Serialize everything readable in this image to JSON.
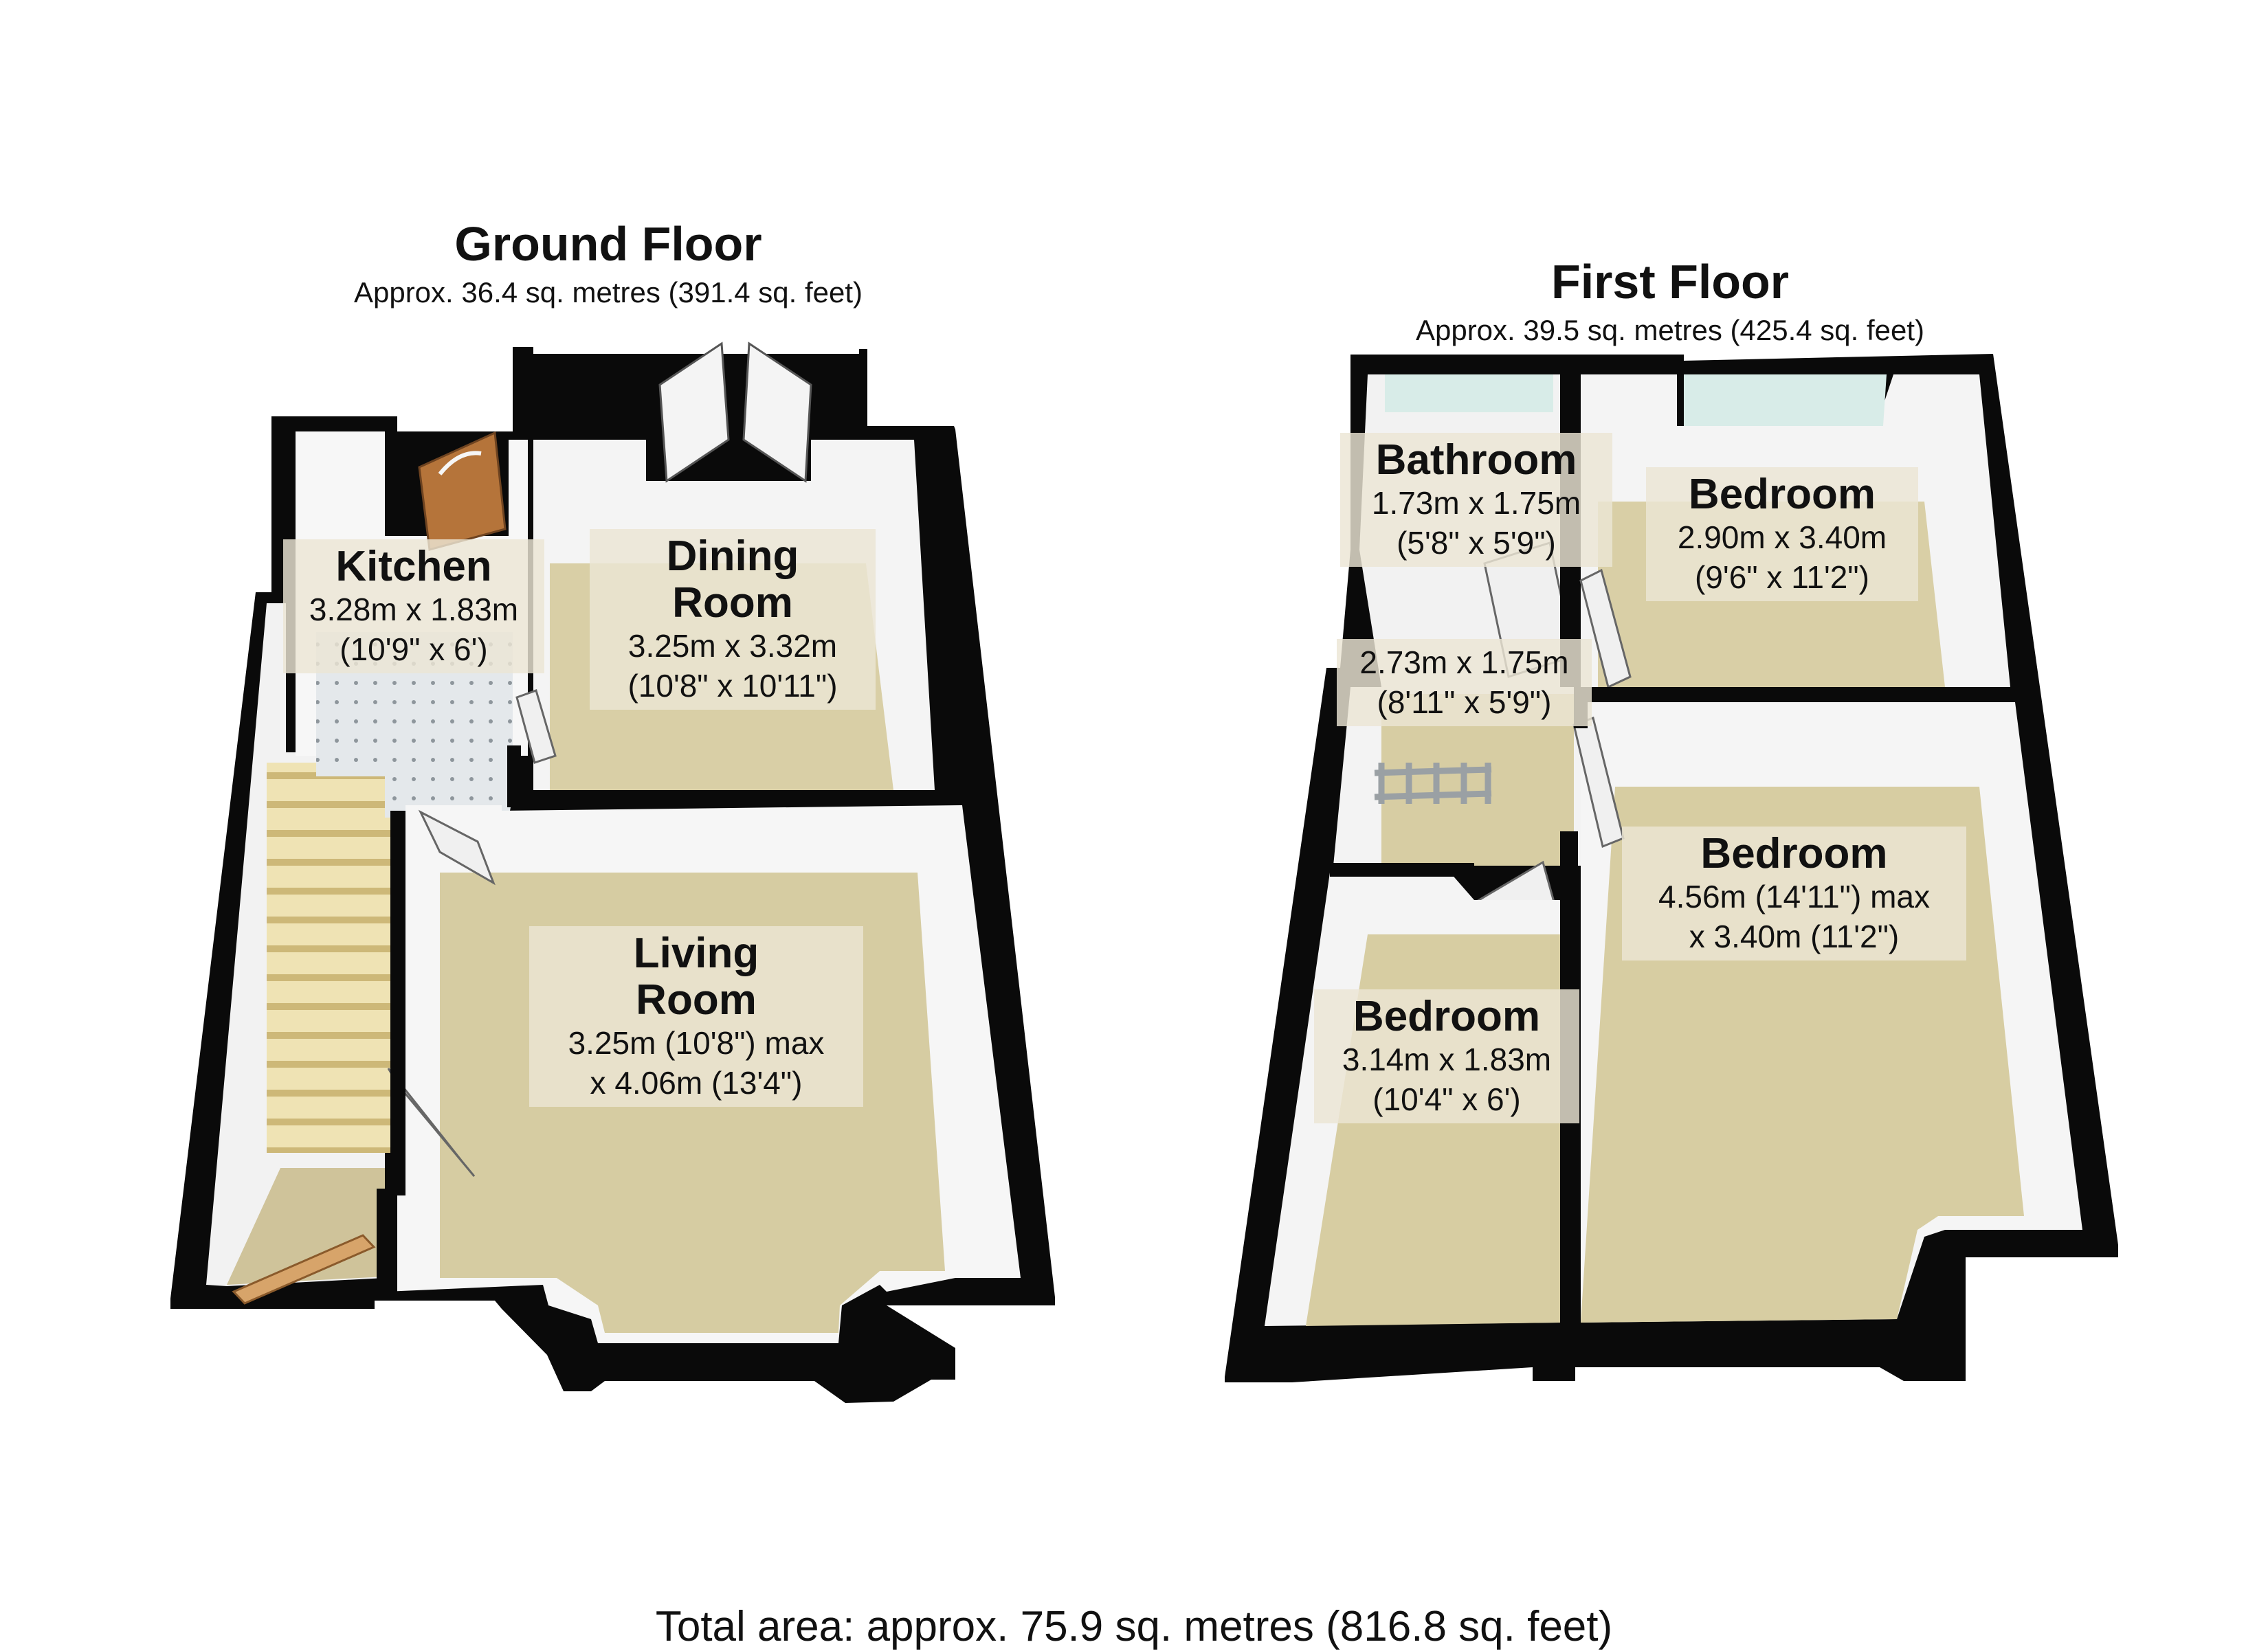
{
  "floors": {
    "ground": {
      "title": "Ground Floor",
      "area": "Approx. 36.4 sq. metres (391.4 sq. feet)"
    },
    "first": {
      "title": "First Floor",
      "area": "Approx. 39.5 sq. metres (425.4 sq. feet)"
    }
  },
  "rooms": {
    "kitchen": {
      "name": "Kitchen",
      "dim": "3.28m x 1.83m",
      "dim2": "(10'9\" x 6')"
    },
    "dining": {
      "name": "Dining",
      "name2": "Room",
      "dim": "3.25m x 3.32m",
      "dim2": "(10'8\" x 10'11\")"
    },
    "living": {
      "name": "Living",
      "name2": "Room",
      "dim": "3.25m (10'8\") max",
      "dim2": "x 4.06m (13'4\")"
    },
    "bathroom": {
      "name": "Bathroom",
      "dim": "1.73m x 1.75m",
      "dim2": "(5'8\" x 5'9\")"
    },
    "landing": {
      "dim": "2.73m x 1.75m",
      "dim2": "(8'11\" x 5'9\")"
    },
    "bedroom_back": {
      "name": "Bedroom",
      "dim": "2.90m x 3.40m",
      "dim2": "(9'6\" x 11'2\")"
    },
    "bedroom_front": {
      "name": "Bedroom",
      "dim": "4.56m (14'11\") max",
      "dim2": "x 3.40m (11'2\")"
    },
    "bedroom_small": {
      "name": "Bedroom",
      "dim": "3.14m x 1.83m",
      "dim2": "(10'4\" x 6')"
    }
  },
  "total": "Total area: approx. 75.9 sq. metres (816.8 sq. feet)",
  "colors": {
    "wall": "#0a0a0a",
    "carpet": "#d9cfa6",
    "inner_wall": "#f4f4f4",
    "tile": "#e3e7ea",
    "stairs": "#e6d7a6",
    "door_wood": "#b5743a",
    "window": "#d8ece8"
  }
}
